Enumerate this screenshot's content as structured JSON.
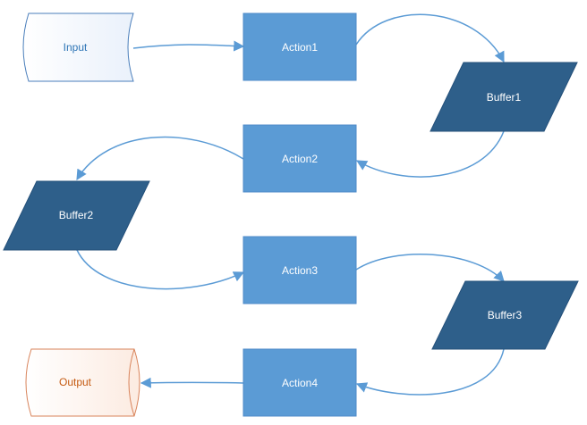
{
  "nodes": {
    "input": "Input",
    "action1": "Action1",
    "buffer1": "Buffer1",
    "action2": "Action2",
    "buffer2": "Buffer2",
    "action3": "Action3",
    "buffer3": "Buffer3",
    "action4": "Action4",
    "output": "Output"
  },
  "colors": {
    "action_fill": "#5b9bd5",
    "buffer_fill": "#2e5f8a",
    "input_stroke": "#4a7ebb",
    "output_stroke": "#d8835a",
    "output_text": "#c55a11",
    "connector": "#5b9bd5"
  }
}
